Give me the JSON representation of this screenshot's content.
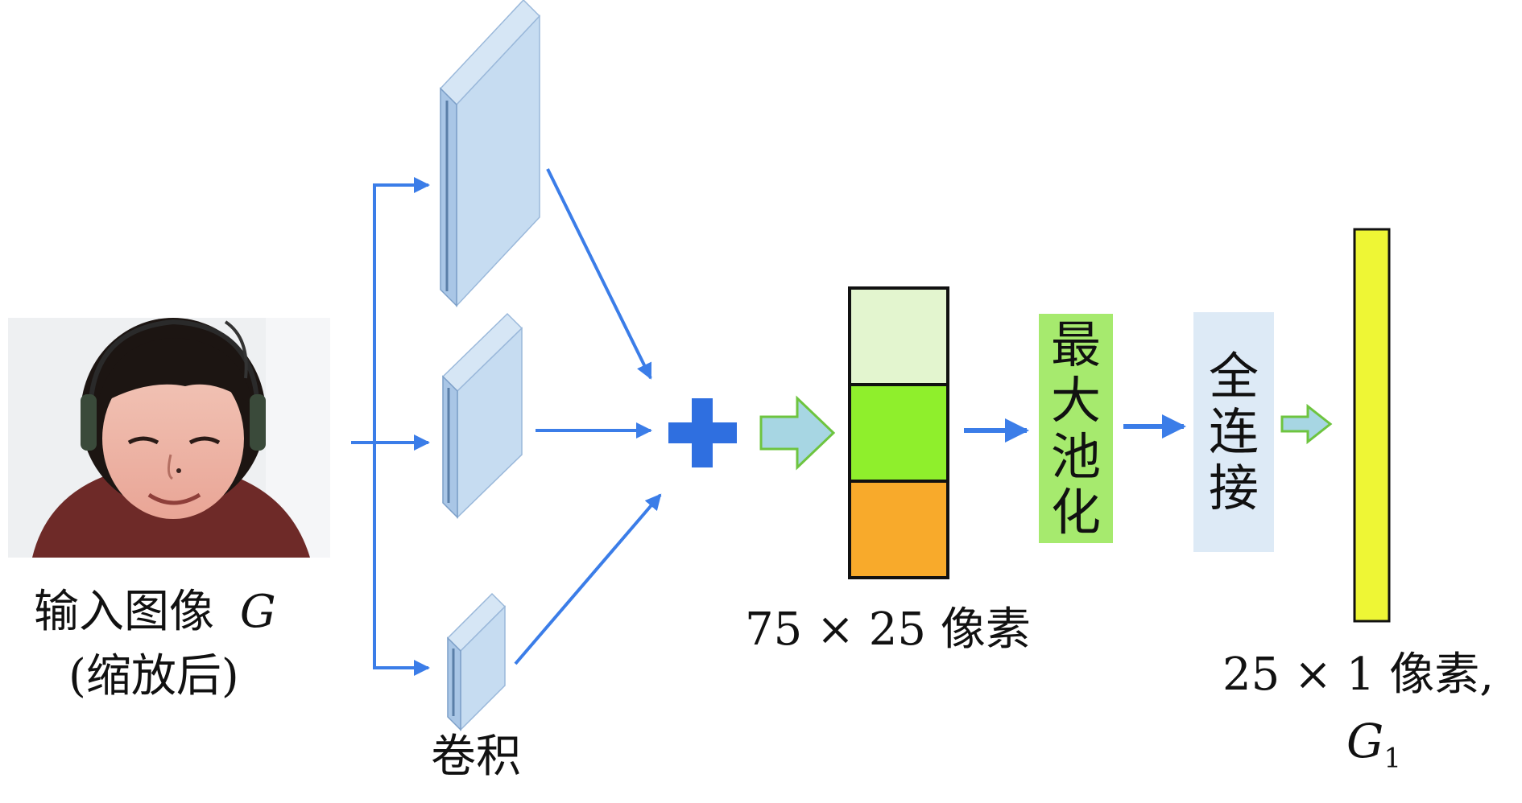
{
  "input": {
    "label": "输入图像",
    "symbol": "G",
    "sublabel": "(缩放后)"
  },
  "conv": {
    "label": "卷积"
  },
  "feature": {
    "dims": "75 × 25 像素",
    "segment_colors": [
      "#e3f5cf",
      "#8fef2c",
      "#f8aa2b"
    ]
  },
  "maxpool": {
    "chars": [
      "最",
      "大",
      "池",
      "化"
    ],
    "bg": "#a6ea6e"
  },
  "fc": {
    "chars": [
      "全",
      "连",
      "接"
    ],
    "bg": "#ddeaf6"
  },
  "output": {
    "dims": "25 × 1 像素,",
    "symbol": "G",
    "subscript": "1",
    "color": "#eef635"
  },
  "colors": {
    "arrow": "#3b7de8",
    "plus": "#2f6fe0",
    "block_face": "#c6dcf1",
    "block_side": "#a9c6e6",
    "block_edge": "#7c9fc8",
    "fat_arrow_fill": "#a7d6e3",
    "fat_arrow_stroke": "#6ec43f"
  }
}
